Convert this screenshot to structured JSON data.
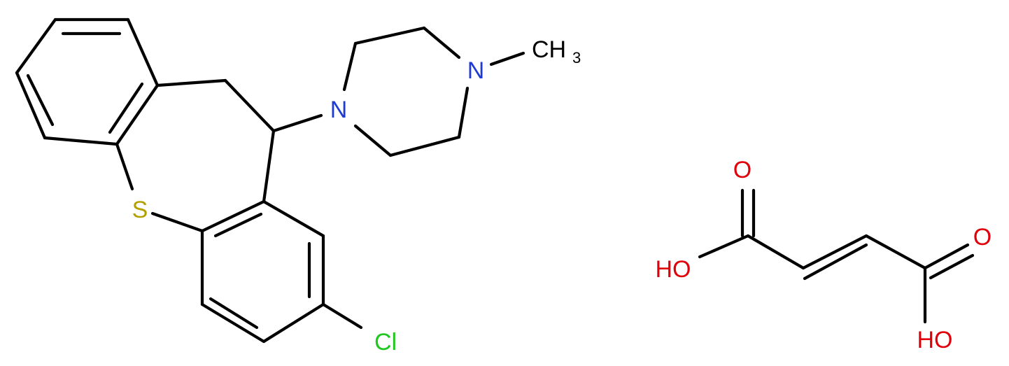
{
  "molecule": {
    "atoms": {
      "s": {
        "text": "S",
        "color": "#b3a000"
      },
      "n1": {
        "text": "N",
        "color": "#1f3bd6"
      },
      "n2": {
        "text": "N",
        "color": "#1f3bd6"
      },
      "methyl": {
        "text": "CH",
        "sub": "3",
        "color": "#000000"
      },
      "cl": {
        "text": "Cl",
        "color": "#1ec81e"
      }
    }
  },
  "fumaric": {
    "atoms": {
      "o_top": {
        "text": "O",
        "color": "#e0000a"
      },
      "oh_left": {
        "text": "HO",
        "color": "#e0000a"
      },
      "o_right": {
        "text": "O",
        "color": "#e0000a"
      },
      "oh_bottom": {
        "text": "HO",
        "color": "#e0000a"
      }
    }
  }
}
